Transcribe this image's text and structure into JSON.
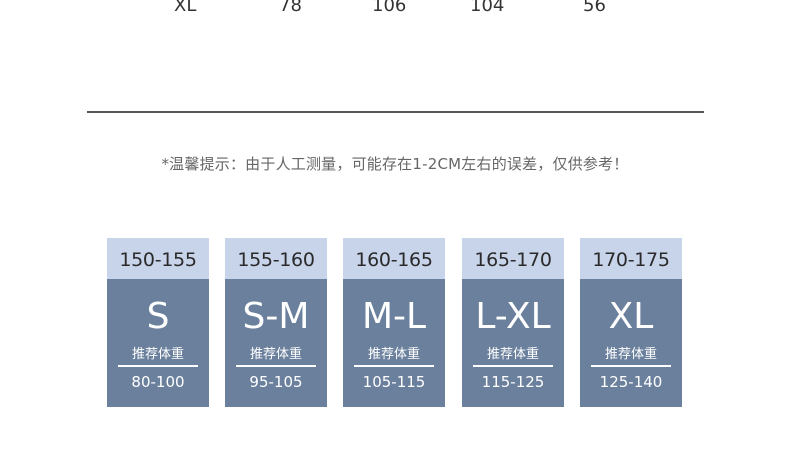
{
  "table_last_row": [
    "XL",
    "78",
    "106",
    "104",
    "56"
  ],
  "note": "*温馨提示：由于人工测量，可能存在1-2CM左右的误差，仅供参考！",
  "weight_label": "推荐体重",
  "cards": [
    {
      "height": "150-155",
      "size": "S",
      "weight": "80-100"
    },
    {
      "height": "155-160",
      "size": "S-M",
      "weight": "95-105"
    },
    {
      "height": "160-165",
      "size": "M-L",
      "weight": "105-115"
    },
    {
      "height": "165-170",
      "size": "L-XL",
      "weight": "115-125"
    },
    {
      "height": "170-175",
      "size": "XL",
      "weight": "125-140"
    }
  ],
  "colors": {
    "card_body": "#6b809d",
    "card_head": "#c8d4ea",
    "divider": "#555555"
  }
}
